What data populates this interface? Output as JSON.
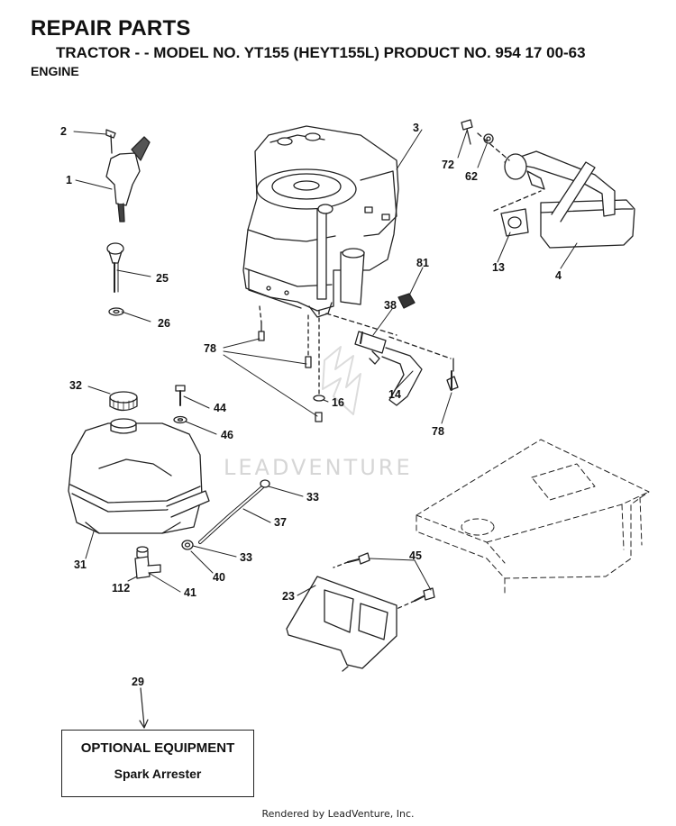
{
  "header": {
    "title": "REPAIR PARTS",
    "subtitle": "TRACTOR - - MODEL NO. YT155 (HEYT155L) PRODUCT NO. 954 17 00-63",
    "section": "ENGINE"
  },
  "callouts": {
    "c1": "1",
    "c2": "2",
    "c3": "3",
    "c4": "4",
    "c13": "13",
    "c14": "14",
    "c16": "16",
    "c23": "23",
    "c25": "25",
    "c26": "26",
    "c29": "29",
    "c31": "31",
    "c32": "32",
    "c33a": "33",
    "c33b": "33",
    "c37": "37",
    "c38": "38",
    "c40": "40",
    "c41": "41",
    "c44": "44",
    "c45": "45",
    "c46": "46",
    "c62": "62",
    "c72": "72",
    "c78a": "78",
    "c78b": "78",
    "c81": "81",
    "c112": "112"
  },
  "watermark": "LEADVENTURE",
  "optional": {
    "title": "OPTIONAL EQUIPMENT",
    "item": "Spark Arrester"
  },
  "footer": "Rendered by LeadVenture, Inc."
}
